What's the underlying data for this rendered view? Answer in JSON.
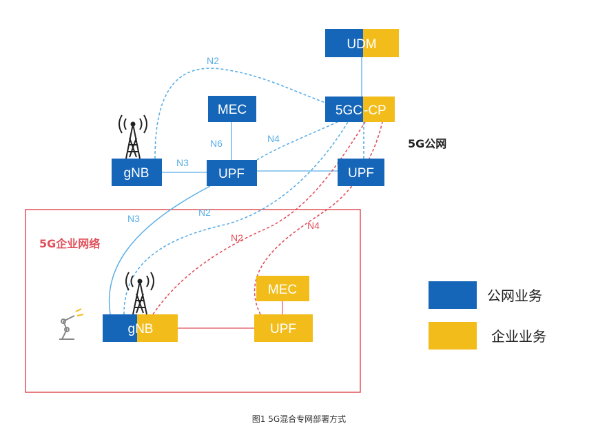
{
  "colors": {
    "public": "#1565b8",
    "enterprise": "#f2bd1b",
    "blue_link": "#5aaee6",
    "red_link": "#e0505a",
    "enterprise_border": "#e0505a"
  },
  "nodes": {
    "udm": "UDM",
    "cp_left": "5GC",
    "cp_right": "-CP",
    "mec_public": "MEC",
    "gnb_public": "gNB",
    "upf_center": "UPF",
    "upf_right": "UPF",
    "mec_enterprise": "MEC",
    "upf_enterprise": "UPF",
    "gnb_enterprise": "gNB"
  },
  "links": {
    "n2_top": "N2",
    "n4_top": "N4",
    "n6": "N6",
    "n3_top": "N3",
    "n3_left": "N3",
    "n2_blue": "N2",
    "n2_red": "N2",
    "n4_red": "N4"
  },
  "regions": {
    "public_network": "5G公网",
    "enterprise_network": "5G企业网络"
  },
  "legend": {
    "public_service": "公网业务",
    "enterprise_service": "企业业务"
  },
  "caption": "图1 5G混合专网部署方式"
}
